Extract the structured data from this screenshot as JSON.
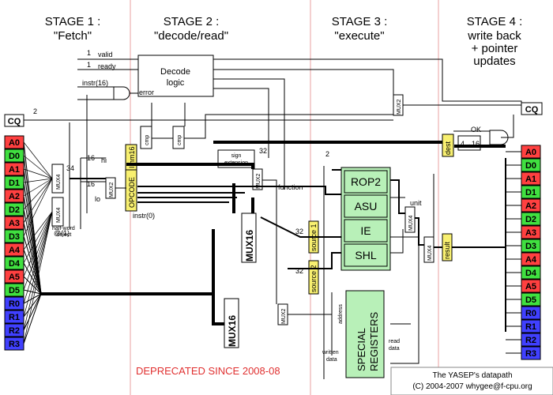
{
  "stages": [
    {
      "title": "STAGE 1 :",
      "sub": [
        "\"Fetch\""
      ]
    },
    {
      "title": "STAGE 2 :",
      "sub": [
        "\"decode/read\""
      ]
    },
    {
      "title": "STAGE 3 :",
      "sub": [
        "\"execute\""
      ]
    },
    {
      "title": "STAGE 4 :",
      "sub": [
        "write back",
        "+ pointer",
        "updates"
      ]
    }
  ],
  "registers": [
    {
      "name": "A0",
      "color": "#ff4040"
    },
    {
      "name": "D0",
      "color": "#40e040"
    },
    {
      "name": "A1",
      "color": "#ff4040"
    },
    {
      "name": "D1",
      "color": "#40e040"
    },
    {
      "name": "A2",
      "color": "#ff4040"
    },
    {
      "name": "D2",
      "color": "#40e040"
    },
    {
      "name": "A3",
      "color": "#ff4040"
    },
    {
      "name": "D3",
      "color": "#40e040"
    },
    {
      "name": "A4",
      "color": "#ff4040"
    },
    {
      "name": "D4",
      "color": "#40e040"
    },
    {
      "name": "A5",
      "color": "#ff4040"
    },
    {
      "name": "D5",
      "color": "#40e040"
    },
    {
      "name": "R0",
      "color": "#4040ff"
    },
    {
      "name": "R1",
      "color": "#4040ff"
    },
    {
      "name": "R2",
      "color": "#4040ff"
    },
    {
      "name": "R3",
      "color": "#4040ff"
    }
  ],
  "cq": "CQ",
  "decode": [
    "Decode",
    "logic"
  ],
  "signals": {
    "valid": "valid",
    "ready": "ready",
    "instr16": "instr(16)",
    "error": "error",
    "hi": "hi",
    "lo": "lo",
    "at1": "@(1)",
    "halfword1": "half-word",
    "halfword2": "select",
    "function": "function",
    "instr0": "instr(0)",
    "ok": "OK",
    "address": "address",
    "written1": "written",
    "written2": "data",
    "read1": "read",
    "read2": "data",
    "unit": "unit",
    "sign1": "sign",
    "sign2": "extension",
    "cmp": "cmp"
  },
  "buses": {
    "n1": "1",
    "n2": "2",
    "n16": "16",
    "n32": "32",
    "n34": "34"
  },
  "labels": {
    "opcode": "OPCODE",
    "imm16": "Imm16",
    "dest": "dest",
    "result": "result",
    "source1": "source 1",
    "source2": "source 2",
    "decoder": "4→16"
  },
  "mux": {
    "mux2": "MUX2",
    "mux4": "MUX4",
    "mux16": "MUX16"
  },
  "units": [
    "ROP2",
    "ASU",
    "IE",
    "SHL"
  ],
  "special": [
    "SPECIAL",
    "REGISTERS"
  ],
  "deprecated": "DEPRECATED SINCE 2008-08",
  "credit": [
    "The YASEP's datapath",
    "(C) 2004-2007 whygee@f-cpu.org"
  ],
  "colors": {
    "green": "#b8f0b8",
    "yellow": "#f8f070",
    "red": "#ff4040",
    "blue": "#4040ff",
    "regGreen": "#40e040",
    "separator": "#e8a0a0"
  }
}
